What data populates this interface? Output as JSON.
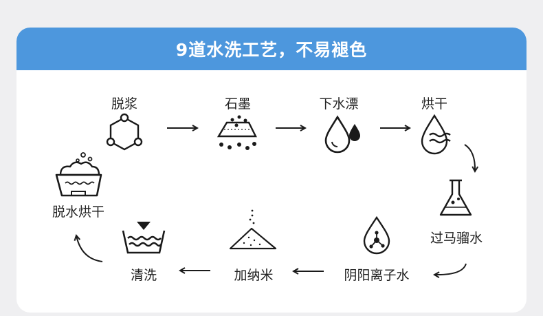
{
  "banner": {
    "title": "9道水洗工艺，不易褪色"
  },
  "steps": [
    {
      "label": "脱浆",
      "icon": "hexagon-molecule-icon"
    },
    {
      "label": "石墨",
      "icon": "graphite-particles-icon"
    },
    {
      "label": "下水漂",
      "icon": "water-drops-icon"
    },
    {
      "label": "烘干",
      "icon": "drop-waves-icon"
    },
    {
      "label": "过马骝水",
      "icon": "flask-icon"
    },
    {
      "label": "阴阳离子水",
      "icon": "ion-drop-icon"
    },
    {
      "label": "加纳米",
      "icon": "nano-powder-icon"
    },
    {
      "label": "清洗",
      "icon": "wash-basin-icon"
    },
    {
      "label": "脱水烘干",
      "icon": "bubble-basin-icon"
    }
  ],
  "colors": {
    "banner": "#4d97dd",
    "ink": "#1a1a1a",
    "background": "#efeff1"
  }
}
